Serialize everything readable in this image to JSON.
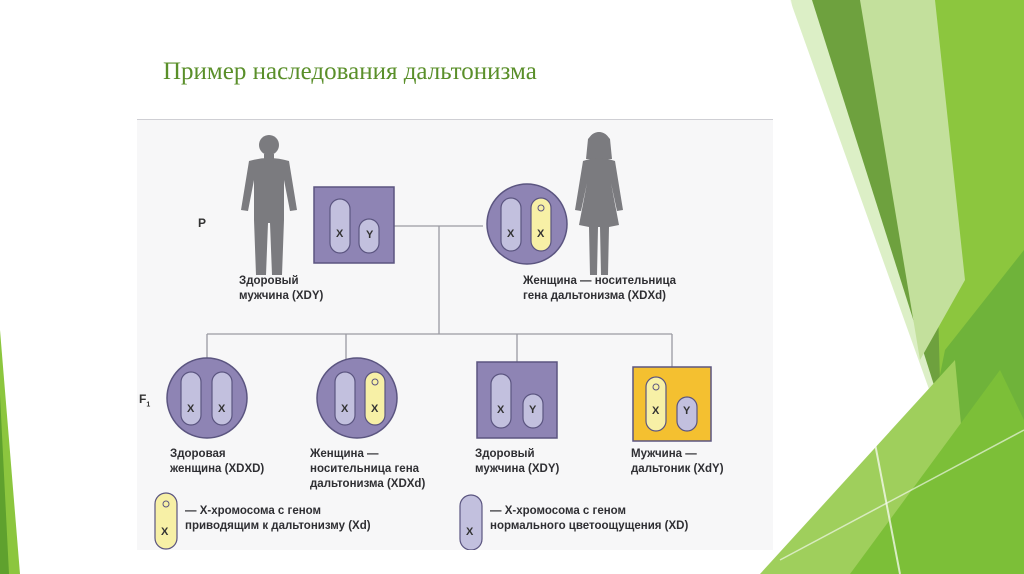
{
  "slide": {
    "title": "Пример наследования дальтонизма"
  },
  "figure": {
    "generation_p": "P",
    "generation_f1": "F",
    "generation_f1_sub": "1",
    "parents": {
      "father": {
        "line1": "Здоровый",
        "line2": "мужчина (XDY)",
        "chromosomes": [
          "X",
          "Y"
        ]
      },
      "mother": {
        "line1": "Женщина — носительница",
        "line2": "гена дальтонизма (XDXd)",
        "chromosomes": [
          "X",
          "X"
        ]
      }
    },
    "children": [
      {
        "line1": "Здоровая",
        "line2": "женщина (XDXD)",
        "line3": "",
        "chromosomes": [
          "X",
          "X"
        ]
      },
      {
        "line1": "Женщина —",
        "line2": "носительница гена",
        "line3": "дальтонизма (XDXd)",
        "chromosomes": [
          "X",
          "X"
        ]
      },
      {
        "line1": "Здоровый",
        "line2": "мужчина (XDY)",
        "line3": "",
        "chromosomes": [
          "X",
          "Y"
        ]
      },
      {
        "line1": "Мужчина —",
        "line2": "дальтоник (XdY)",
        "line3": "",
        "chromosomes": [
          "X",
          "Y"
        ]
      }
    ],
    "legend": [
      {
        "symbol": "X",
        "line1": "— X-хромосома с геном",
        "line2": "приводящим к дальтонизму (Xd)"
      },
      {
        "symbol": "X",
        "line1": "— X-хромосома с геном",
        "line2": "нормального цветоощущения (XD)"
      }
    ]
  },
  "colors": {
    "title_green": "#5a8f2a",
    "cell_purple": "#8e84b4",
    "normal_chromosome": "#c2c0de",
    "colorblind_chromosome": "#f7f0a6",
    "colorblind_cell": "#f4c030",
    "silhouette": "#7b7b7f"
  }
}
